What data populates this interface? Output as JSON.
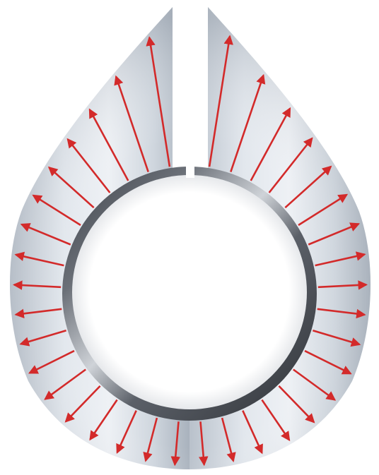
{
  "diagram": {
    "subject": "split-ring-with-radial-force-arrows",
    "arrow_count_right": 18,
    "arrow_count_left": 18,
    "colors": {
      "background": "#ffffff",
      "plate_light": "#e9edf2",
      "plate_mid": "#c9d0d9",
      "plate_dark": "#aab3be",
      "ring_dark": "#4a4e55",
      "ring_light": "#d9dde2",
      "arrow": "#d32a2a"
    }
  }
}
